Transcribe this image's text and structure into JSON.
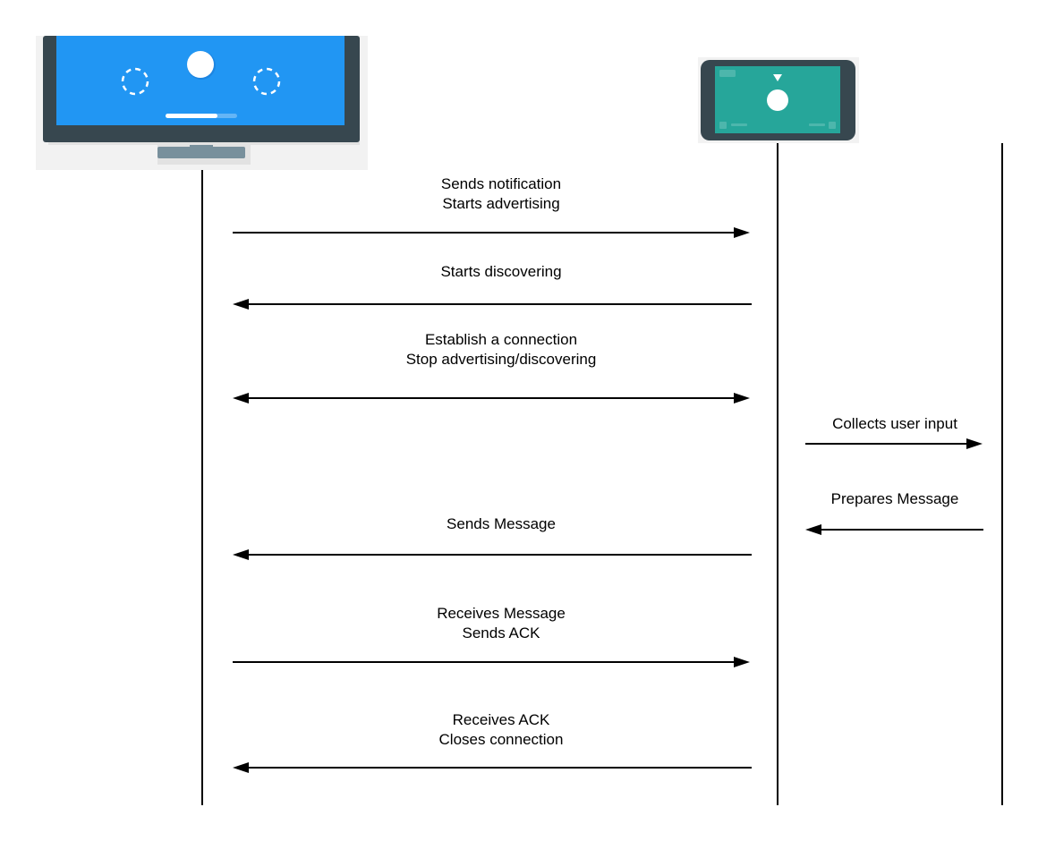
{
  "colors": {
    "tv_screen": "#2196f3",
    "tv_frame": "#37474f",
    "tv_stand": "#78909c",
    "tv_backdrop": "#f2f2f2",
    "phone_screen": "#26a69a",
    "phone_frame": "#37474f",
    "line": "#000000"
  },
  "icons": {
    "tv": "tv-device-icon",
    "phone": "phone-device-icon"
  },
  "messages": [
    {
      "id": "m1",
      "lines": [
        "Sends notification",
        "Starts advertising"
      ],
      "direction": "tv-to-phone"
    },
    {
      "id": "m2",
      "lines": [
        "Starts discovering"
      ],
      "direction": "phone-to-tv"
    },
    {
      "id": "m3",
      "lines": [
        "Establish a connection",
        "Stop advertising/discovering"
      ],
      "direction": "both"
    },
    {
      "id": "m4",
      "lines": [
        "Collects user input"
      ],
      "direction": "phone-to-right"
    },
    {
      "id": "m5",
      "lines": [
        "Prepares Message"
      ],
      "direction": "right-to-phone"
    },
    {
      "id": "m6",
      "lines": [
        "Sends Message"
      ],
      "direction": "phone-to-tv"
    },
    {
      "id": "m7",
      "lines": [
        "Receives Message",
        "Sends ACK"
      ],
      "direction": "tv-to-phone"
    },
    {
      "id": "m8",
      "lines": [
        "Receives ACK",
        "Closes connection"
      ],
      "direction": "phone-to-tv"
    }
  ]
}
